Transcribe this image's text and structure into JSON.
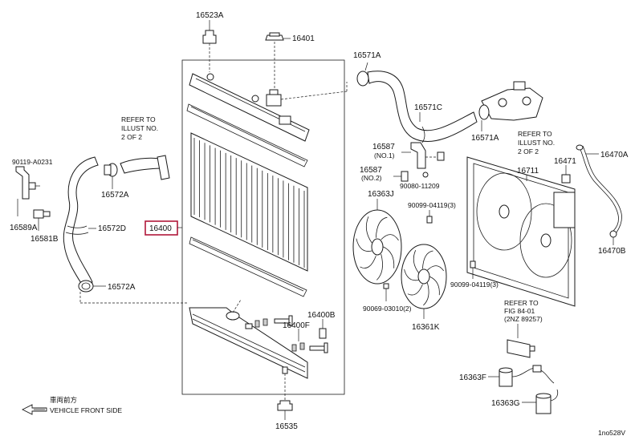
{
  "labels": {
    "p16523A": "16523A",
    "p16401": "16401",
    "p16571A_top": "16571A",
    "p16571C": "16571C",
    "p16571A_right": "16571A",
    "p90119": "90119-A0231",
    "p16589A": "16589A",
    "p16581B": "16581B",
    "p16572A_top": "16572A",
    "p16572D": "16572D",
    "p16572A_bot": "16572A",
    "p16400": "16400",
    "p16400B": "16400B",
    "p16400F": "16400F",
    "p16535": "16535",
    "p16587_no1": "16587",
    "p16587_no1_sub": "(NO.1)",
    "p16587_no2": "16587",
    "p16587_no2_sub": "(NO.2)",
    "p90080": "90080-11209",
    "p16363J": "16363J",
    "p16711": "16711",
    "p16471": "16471",
    "p16470A": "16470A",
    "p16470B": "16470B",
    "p90099_upper": "90099-04119(3)",
    "p90099_lower": "90099-04119(3)",
    "p90069": "90069-03010(2)",
    "p16361K": "16361K",
    "p16363F": "16363F",
    "p16363G": "16363G",
    "ref_left_1": "REFER TO",
    "ref_left_2": "ILLUST NO.",
    "ref_left_3": "2 OF 2",
    "ref_right_1": "REFER TO",
    "ref_right_2": "ILLUST NO.",
    "ref_right_3": "2 OF 2",
    "ref_fig_1": "REFER TO",
    "ref_fig_2": "FIG 84-01",
    "ref_fig_3": "(2NZ 89257)",
    "front_jp": "車両前方",
    "front_en": "VEHICLE FRONT SIDE",
    "drawing_id": "1no528V"
  },
  "colors": {
    "highlight_box": "#b0183a",
    "line": "#1a1a1a"
  },
  "icons": {
    "front_arrow": "arrow-left-icon"
  }
}
